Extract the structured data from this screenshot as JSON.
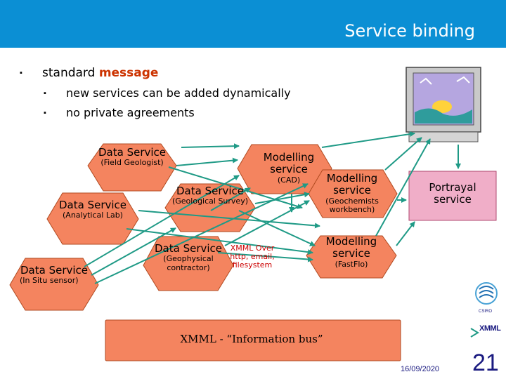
{
  "header": {
    "title": "Service binding"
  },
  "bullets": {
    "main_prefix": "standard ",
    "main_accent": "message",
    "sub": [
      "new services can be added dynamically",
      "no private agreements"
    ]
  },
  "nodes": {
    "field_geologist": {
      "name": "Data Service",
      "sub": "(Field Geologist)"
    },
    "analytical_lab": {
      "name": "Data Service",
      "sub": "(Analytical Lab)"
    },
    "in_situ_sensor": {
      "name": "Data Service",
      "sub": "(In Situ sensor)"
    },
    "geological_survey": {
      "name": "Data Service",
      "sub": "(Geological Survey)"
    },
    "geophysical_contractor": {
      "name": "Data Service",
      "sub": "(Geophysical contractor)"
    },
    "modelling_cad": {
      "name": "Modelling service",
      "sub": "(CAD)"
    },
    "modelling_geochemists": {
      "name": "Modelling service",
      "sub": "(Geochemists workbench)"
    },
    "modelling_fastflo": {
      "name": "Modelling service",
      "sub": "(FastFlo)"
    },
    "portrayal": {
      "name": "Portrayal service",
      "sub": ""
    }
  },
  "xmml_note": "XMML Over http, email, filesystem",
  "bus_label": "XMML - “Information bus”",
  "logos": {
    "csiro": "CSIRO",
    "xmml": "XMML"
  },
  "footer": {
    "date": "16/09/2020",
    "page": "21"
  },
  "colors": {
    "header": "#0b8fd4",
    "shape_fill": "#f4845f",
    "shape_stroke": "#b04a20",
    "portrayal_fill": "#f0aec8",
    "arrow": "#1f9a86",
    "accent": "#cc3300"
  },
  "icons": [
    "monitor-icon",
    "csiro-logo-icon",
    "xmml-logo-icon"
  ]
}
